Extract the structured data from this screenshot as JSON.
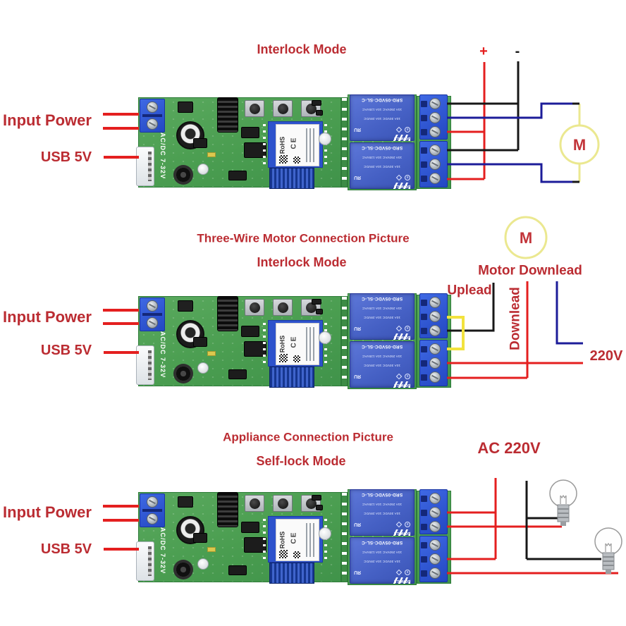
{
  "colors": {
    "label_red": "#bb2c32",
    "wire_red": "#e41f1f",
    "wire_black": "#171717",
    "wire_blue": "#1c1c99",
    "wire_yellow": "#f2e23e",
    "motor_yellow": "#ebe890",
    "motor_m_red": "#c23439",
    "bulb_gray": "#9a9a9a"
  },
  "sections": [
    {
      "titles": [
        "Interlock Mode"
      ],
      "labels": {
        "input_power": "Input Power",
        "usb": "USB 5V",
        "plus": "+",
        "minus": "-",
        "motor": "M"
      }
    },
    {
      "titles": [
        "Three-Wire Motor Connection Picture",
        "Interlock Mode"
      ],
      "labels": {
        "input_power": "Input Power",
        "usb": "USB 5V",
        "motor": "M",
        "motor_downlead": "Motor Downlead",
        "uplead": "Uplead",
        "downlead": "Downlead",
        "v220": "220V"
      }
    },
    {
      "titles": [
        "Appliance Connection Picture",
        "Self-lock Mode"
      ],
      "labels": {
        "input_power": "Input Power",
        "usb": "USB 5V",
        "ac220": "AC 220V"
      }
    }
  ],
  "board": {
    "power_label": "AC/DC 7-32V",
    "wifi_rohs": "RoHS",
    "wifi_ce": "CE",
    "relay": {
      "model": "SRD-05VDC-SL-C",
      "rating1": "10A 250VAC 10A 125VAC",
      "rating2": "10A 30VDC 10A 28VDC",
      "brand": "SONGLE",
      "ul_mark": "ЯU"
    }
  }
}
